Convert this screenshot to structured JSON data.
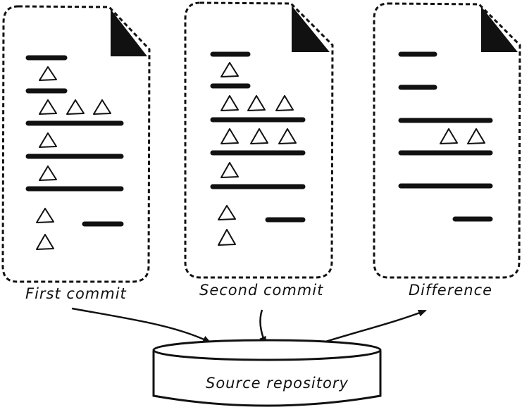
{
  "captions": {
    "first_commit": "First commit",
    "second_commit": "Second commit",
    "difference": "Difference",
    "repository": "Source repository"
  },
  "icons": {
    "document": "document-icon",
    "content_line": "text-line-icon",
    "content_triangle": "triangle-icon",
    "repository": "database-cylinder-icon",
    "flow": "arrow-icon"
  },
  "colors": {
    "ink": "#111111",
    "background": "#ffffff"
  }
}
